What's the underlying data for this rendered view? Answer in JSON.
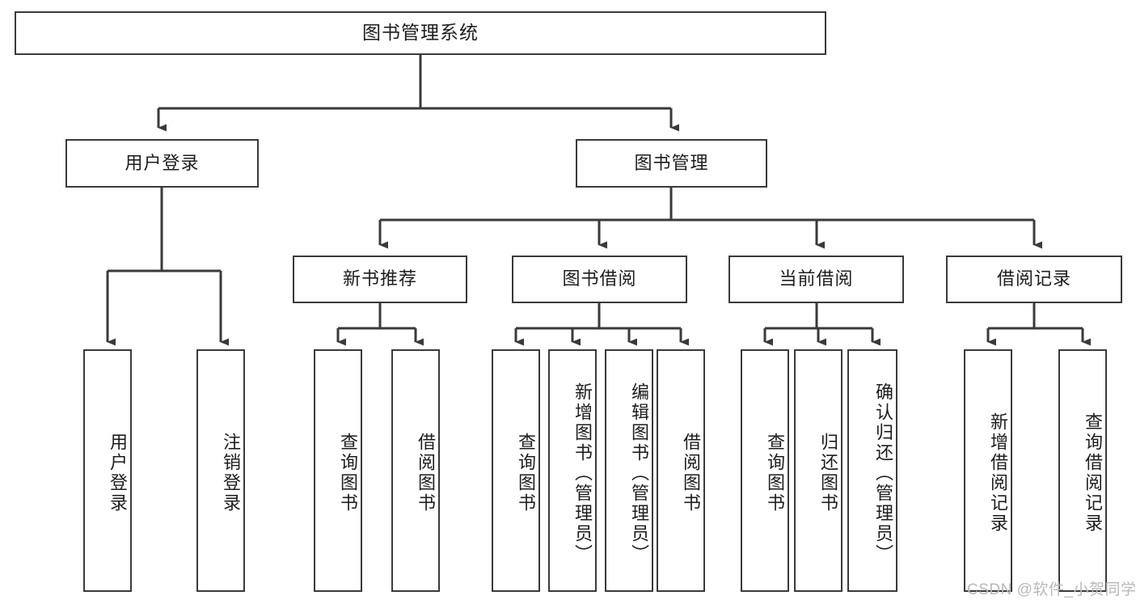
{
  "diagram": {
    "type": "tree-hierarchy",
    "title": "图书管理系统",
    "root": {
      "id": "root",
      "label": "图书管理系统",
      "orientation": "horizontal"
    },
    "level2": [
      {
        "id": "user-login",
        "label": "用户登录",
        "orientation": "horizontal"
      },
      {
        "id": "book-manage",
        "label": "图书管理",
        "orientation": "horizontal"
      }
    ],
    "level3": [
      {
        "id": "new-book-rec",
        "label": "新书推荐",
        "orientation": "horizontal",
        "parent": "book-manage"
      },
      {
        "id": "book-borrow",
        "label": "图书借阅",
        "orientation": "horizontal",
        "parent": "book-manage"
      },
      {
        "id": "current-borrow",
        "label": "当前借阅",
        "orientation": "horizontal",
        "parent": "book-manage"
      },
      {
        "id": "borrow-record",
        "label": "借阅记录",
        "orientation": "horizontal",
        "parent": "book-manage"
      }
    ],
    "leaves": [
      {
        "id": "leaf-user-login",
        "label": "用户登录",
        "parent": "user-login"
      },
      {
        "id": "leaf-user-logout",
        "label": "注销登录",
        "parent": "user-login"
      },
      {
        "id": "leaf-query-book-1",
        "label": "查询图书",
        "parent": "new-book-rec"
      },
      {
        "id": "leaf-borrow-book-1",
        "label": "借阅图书",
        "parent": "new-book-rec"
      },
      {
        "id": "leaf-query-book-2",
        "label": "查询图书",
        "parent": "book-borrow"
      },
      {
        "id": "leaf-add-book",
        "label": "新增图书（管理员）",
        "parent": "book-borrow"
      },
      {
        "id": "leaf-edit-book",
        "label": "编辑图书（管理员）",
        "parent": "book-borrow"
      },
      {
        "id": "leaf-borrow-book-2",
        "label": "借阅图书",
        "parent": "book-borrow"
      },
      {
        "id": "leaf-query-book-3",
        "label": "查询图书",
        "parent": "current-borrow"
      },
      {
        "id": "leaf-return-book",
        "label": "归还图书",
        "parent": "current-borrow"
      },
      {
        "id": "leaf-confirm-return",
        "label": "确认归还（管理员）",
        "parent": "current-borrow"
      },
      {
        "id": "leaf-add-record",
        "label": "新增借阅记录",
        "parent": "borrow-record"
      },
      {
        "id": "leaf-query-record",
        "label": "查询借阅记录",
        "parent": "borrow-record"
      }
    ]
  },
  "watermark": {
    "text": "CSDN @软件_小贺同学"
  },
  "colors": {
    "stroke": "#3a3a3a",
    "fill": "#ffffff",
    "text": "#1d1d1d",
    "watermark": "#b9b9b9"
  }
}
